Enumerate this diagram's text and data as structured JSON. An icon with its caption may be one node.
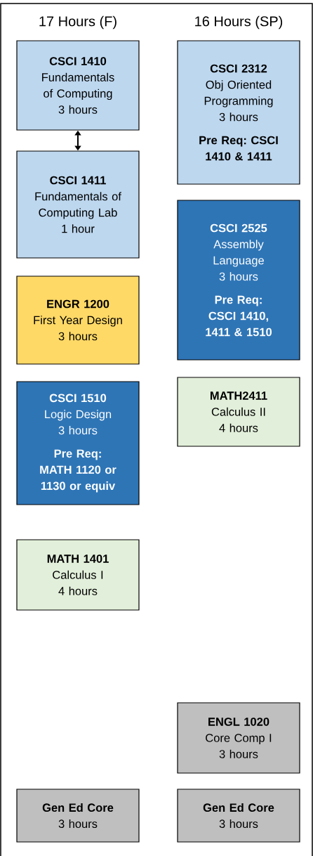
{
  "diagram": {
    "nodes": [
      {
        "text": [
          "CSCI 1410",
          "Fundamentals of Computing",
          "3 hours"
        ]
      },
      {
        "text": [
          "CSCI 1411",
          "Fundamentals of Computing Lab",
          "1 hour"
        ]
      },
      {
        "text": [
          "ENGR 1200",
          "First Year Design",
          "3 hours"
        ]
      },
      {
        "text": [
          "CSCI 1510",
          "Logic Design",
          "3 hours",
          "Pre Req: MATH 1120 or 1130 or equiv"
        ]
      },
      {
        "text": [
          "MATH 1401",
          "Calculus I",
          "4 hours"
        ]
      },
      {
        "text": [
          "Gen Ed Core",
          "3 hours"
        ]
      },
      {
        "text": [
          "CSCI 2312",
          "Obj Oriented Programming",
          "3 hours",
          "Pre Req: CSCI 1410 & 1411"
        ]
      },
      {
        "text": [
          "CSCI 2525",
          "Assembly Language",
          "3 hours",
          "Pre Req: CSCI 1410, 1411 & 1510"
        ]
      },
      {
        "text": [
          "MATH2411",
          "Calculus II",
          "4 hours"
        ]
      },
      {
        "text": [
          "ENGL 1020",
          "Core Comp I",
          "3 hours"
        ]
      },
      {
        "text": [
          "Gen Ed Core",
          "3 hours"
        ]
      }
    ],
    "edges": [
      {
        "from": 0,
        "to": 1,
        "arrow": "both"
      }
    ],
    "labels": [
      "17 Hours (F)",
      "16 Hours (SP)"
    ]
  }
}
